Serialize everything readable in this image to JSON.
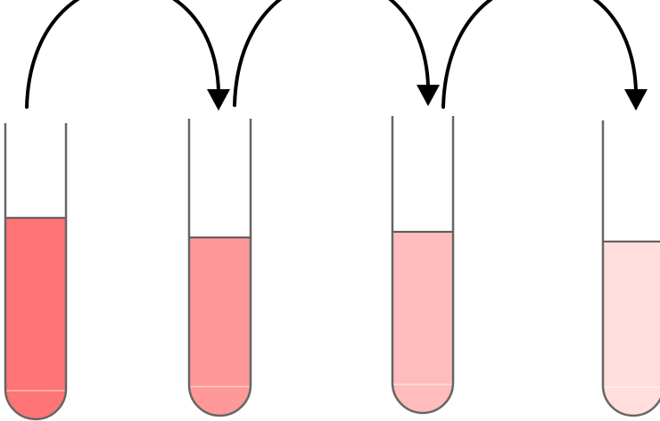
{
  "diagram": {
    "type": "serial-dilution",
    "arrow_color": "#000000",
    "tube_outline_color": "#666666",
    "tubes": [
      {
        "name": "tube-1",
        "liquid_color": "#ff7474",
        "fill_fraction": 0.68
      },
      {
        "name": "tube-2",
        "liquid_color": "#ff9898",
        "fill_fraction": 0.6
      },
      {
        "name": "tube-3",
        "liquid_color": "#ffbcbc",
        "fill_fraction": 0.61
      },
      {
        "name": "tube-4",
        "liquid_color": "#ffdedd",
        "fill_fraction": 0.59
      }
    ],
    "transfers": [
      {
        "from": "tube-1",
        "to": "tube-2"
      },
      {
        "from": "tube-2",
        "to": "tube-3"
      },
      {
        "from": "tube-3",
        "to": "tube-4"
      }
    ]
  }
}
